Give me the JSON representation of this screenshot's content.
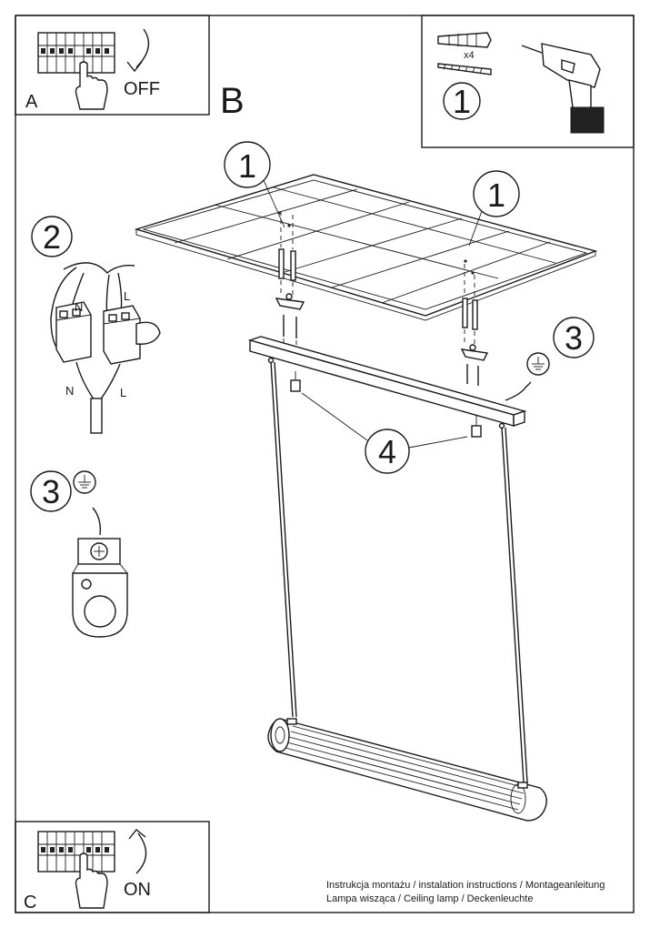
{
  "panel_a": {
    "letter": "A",
    "state": "OFF"
  },
  "panel_b": {
    "letter": "B"
  },
  "panel_c": {
    "letter": "C",
    "state": "ON"
  },
  "tools": {
    "quantity": "x4",
    "step": "1"
  },
  "steps": {
    "ceiling_left": "1",
    "ceiling_right": "1",
    "wiring": "2",
    "ground_detail": "3",
    "ground_main": "3",
    "screws": "4"
  },
  "wiring_labels": {
    "neutral_top": "N",
    "live_top": "L",
    "neutral_bottom": "N",
    "live_bottom": "L"
  },
  "footer": {
    "line1": "Instrukcja montażu / instalation instructions / Montageanleitung",
    "line2": "Lampa wisząca / Ceiling lamp / Deckenleuchte"
  }
}
